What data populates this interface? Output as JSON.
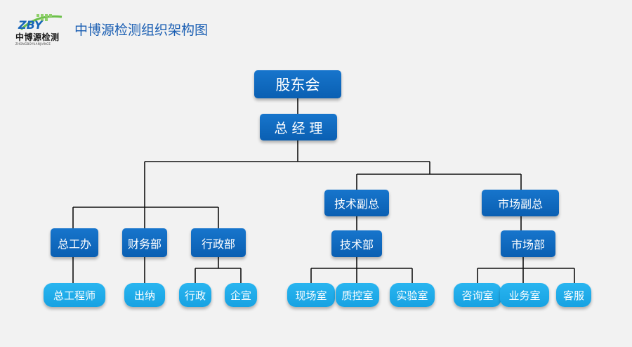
{
  "logo": {
    "mark": "ZBY",
    "name": "中博源检测",
    "sub": "ZHONGBOYUANJIANCE"
  },
  "title": "中博源检测组织架构图",
  "nodes": {
    "board": "股东会",
    "gm": "总 经 理",
    "tech_vp": "技术副总",
    "market_vp": "市场副总",
    "chief_office": "总工办",
    "finance": "财务部",
    "admin": "行政部",
    "tech_dept": "技术部",
    "market_dept": "市场部",
    "chief_engineer": "总工程师",
    "cashier": "出纳",
    "admin_staff": "行政",
    "enterprise": "企宣",
    "field_room": "现场室",
    "qc_room": "质控室",
    "lab_room": "实验室",
    "consult_room": "咨询室",
    "business_room": "业务室",
    "customer_service": "客服"
  },
  "colors": {
    "box": "#0a66bf",
    "leaf": "#1ca7e8",
    "line": "#111111",
    "title": "#1b5fb3"
  }
}
